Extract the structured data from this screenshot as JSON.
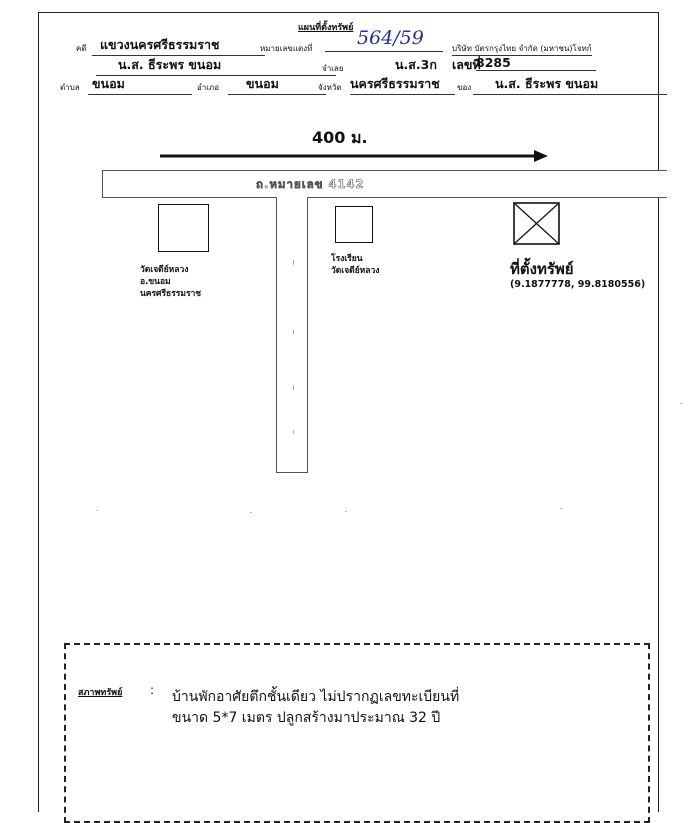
{
  "header": {
    "title": "แผนที่ตั้งทรัพย์",
    "case_label": "คดี",
    "court": "แขวงนครศรีธรรมราช",
    "case_no_label": "หมายเลขแดงที่",
    "case_no": "564/59",
    "plaintiff": "บริษัท บัตรกรุงไทย จำกัด (มหาชน)โจทก์",
    "defendant": "น.ส. ธีระพร ขนอม",
    "defendant_label": "จำเลย",
    "deed_type": "น.ส.3ก",
    "deed_no_label": "เลขที่",
    "deed_no": "8285",
    "subdistrict_label": "ตำบล",
    "subdistrict": "ขนอม",
    "district_label": "อำเภอ",
    "district": "ขนอม",
    "province_label": "จังหวัด",
    "province": "นครศรีธรรมราช",
    "owner_label": "ของ",
    "owner": "น.ส. ธีระพร ขนอม"
  },
  "map": {
    "scale_label": "400 ม.",
    "road_label": "ถ.หมายเลข 4142",
    "temple": [
      "วัดเจดีย์หลวง",
      "อ.ขนอม",
      "นครศรีธรรมราช"
    ],
    "school": [
      "โรงเรียน",
      "วัดเจดีย์หลวง"
    ],
    "property_name": "ที่ตั้งทรัพย์",
    "property_coords": "(9.1877778, 99.8180556)"
  },
  "description": {
    "label": "สภาพทรัพย์",
    "line1": "บ้านพักอาศัยตึกชั้นเดียว ไม่ปรากฏเลขทะเบียนที่",
    "line2": "ขนาด 5*7 เมตร  ปลูกสร้างมาประมาณ 32 ปี"
  }
}
